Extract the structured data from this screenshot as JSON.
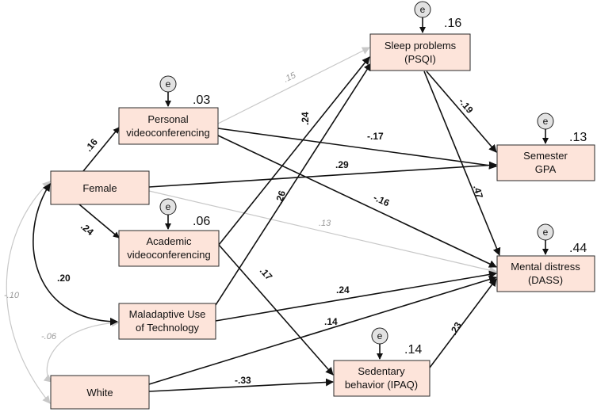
{
  "nodes": {
    "female": {
      "lines": [
        "Female"
      ]
    },
    "white": {
      "lines": [
        "White"
      ]
    },
    "personal": {
      "lines": [
        "Personal",
        "videoconferencing"
      ],
      "r2": ".03"
    },
    "academic": {
      "lines": [
        "Academic",
        "videoconferencing"
      ],
      "r2": ".06"
    },
    "maladaptive": {
      "lines": [
        "Maladaptive Use",
        "of Technology"
      ]
    },
    "sleep": {
      "lines": [
        "Sleep problems",
        "(PSQI)"
      ],
      "r2": ".16"
    },
    "gpa": {
      "lines": [
        "Semester",
        "GPA"
      ],
      "r2": ".13"
    },
    "mental": {
      "lines": [
        "Mental distress",
        "(DASS)"
      ],
      "r2": ".44"
    },
    "sedentary": {
      "lines": [
        "Sedentary",
        "behavior (IPAQ)"
      ],
      "r2": ".14"
    }
  },
  "error_label": "e",
  "paths": {
    "female_personal": ".16",
    "female_academic": ".24",
    "female_gpa": ".29",
    "female_mental": ".13",
    "female_maladaptive": ".20",
    "female_white": "-.10",
    "maladaptive_white": "-.06",
    "personal_sleep": ".15",
    "personal_gpa": "-.17",
    "personal_mental": "-.16",
    "academic_sleep": ".24",
    "academic_sedentary": ".17",
    "maladaptive_sleep": ".26",
    "maladaptive_mental": ".24",
    "sleep_gpa": "-.19",
    "sleep_mental": ".47",
    "white_mental": ".14",
    "white_sedentary": "-.33",
    "sedentary_mental": ".23"
  },
  "colors": {
    "box_fill": "#fde4da",
    "box_stroke": "#2a2a2a",
    "significant": "#111111",
    "nonsignificant": "#c8c8c8",
    "error_fill": "#e2e2e2"
  }
}
